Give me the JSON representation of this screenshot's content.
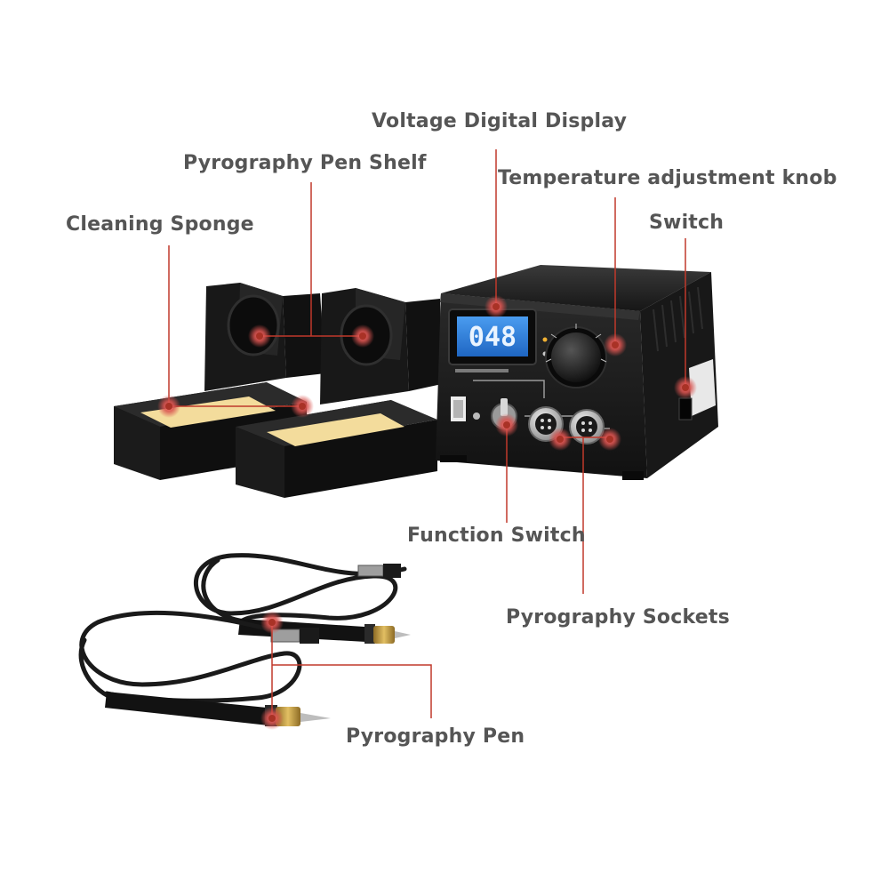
{
  "labels": {
    "voltage_display": "Voltage Digital Display",
    "pen_shelf": "Pyrography Pen Shelf",
    "temperature_knob": "Temperature adjustment knob",
    "cleaning_sponge": "Cleaning Sponge",
    "switch": "Switch",
    "function_switch": "Function Switch",
    "pyrography_sockets": "Pyrography Sockets",
    "pyrography_pen": "Pyrography Pen"
  },
  "device": {
    "display_value": "048"
  },
  "colors": {
    "label_text": "#555555",
    "leader_line": "#c0392b",
    "marker": "#d9534f",
    "lcd_background": "#2f7fd6",
    "lcd_digits": "#eaf4ff",
    "housing": "#1f1f1f",
    "sponge": "#f3dc9c",
    "pen_tip": "#c9a24a"
  }
}
